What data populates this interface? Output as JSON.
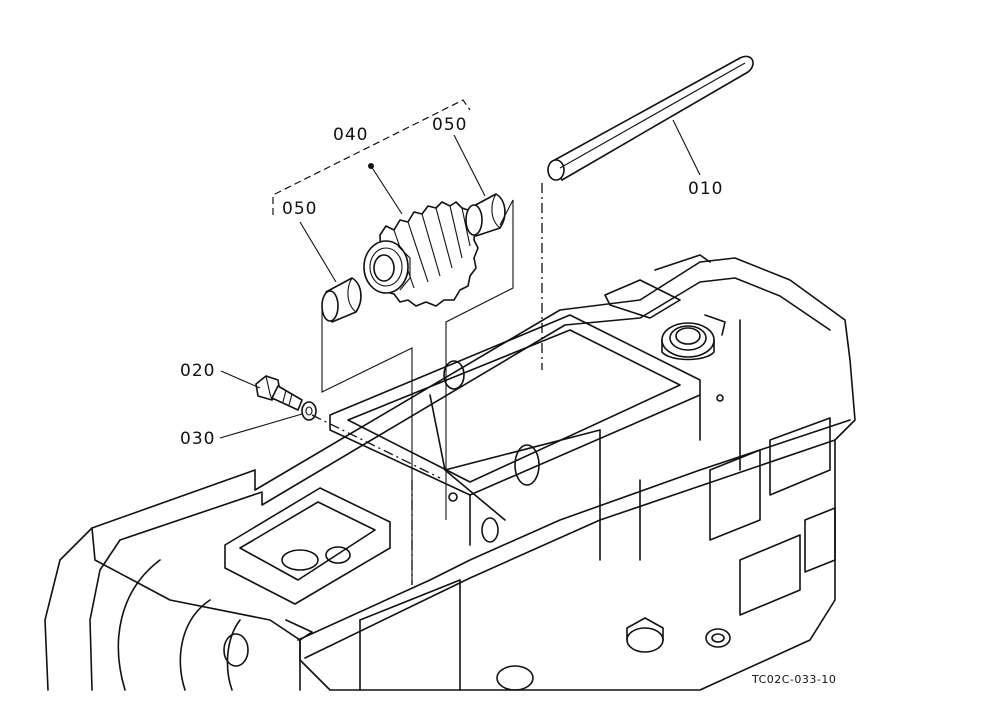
{
  "diagram": {
    "labels": {
      "p010": "010",
      "p020": "020",
      "p030": "030",
      "p040": "040",
      "p050_left": "050",
      "p050_right": "050"
    },
    "figure_code": "TC02C-033-10"
  },
  "colors": {
    "ink": "#111111",
    "paper": "#ffffff"
  }
}
